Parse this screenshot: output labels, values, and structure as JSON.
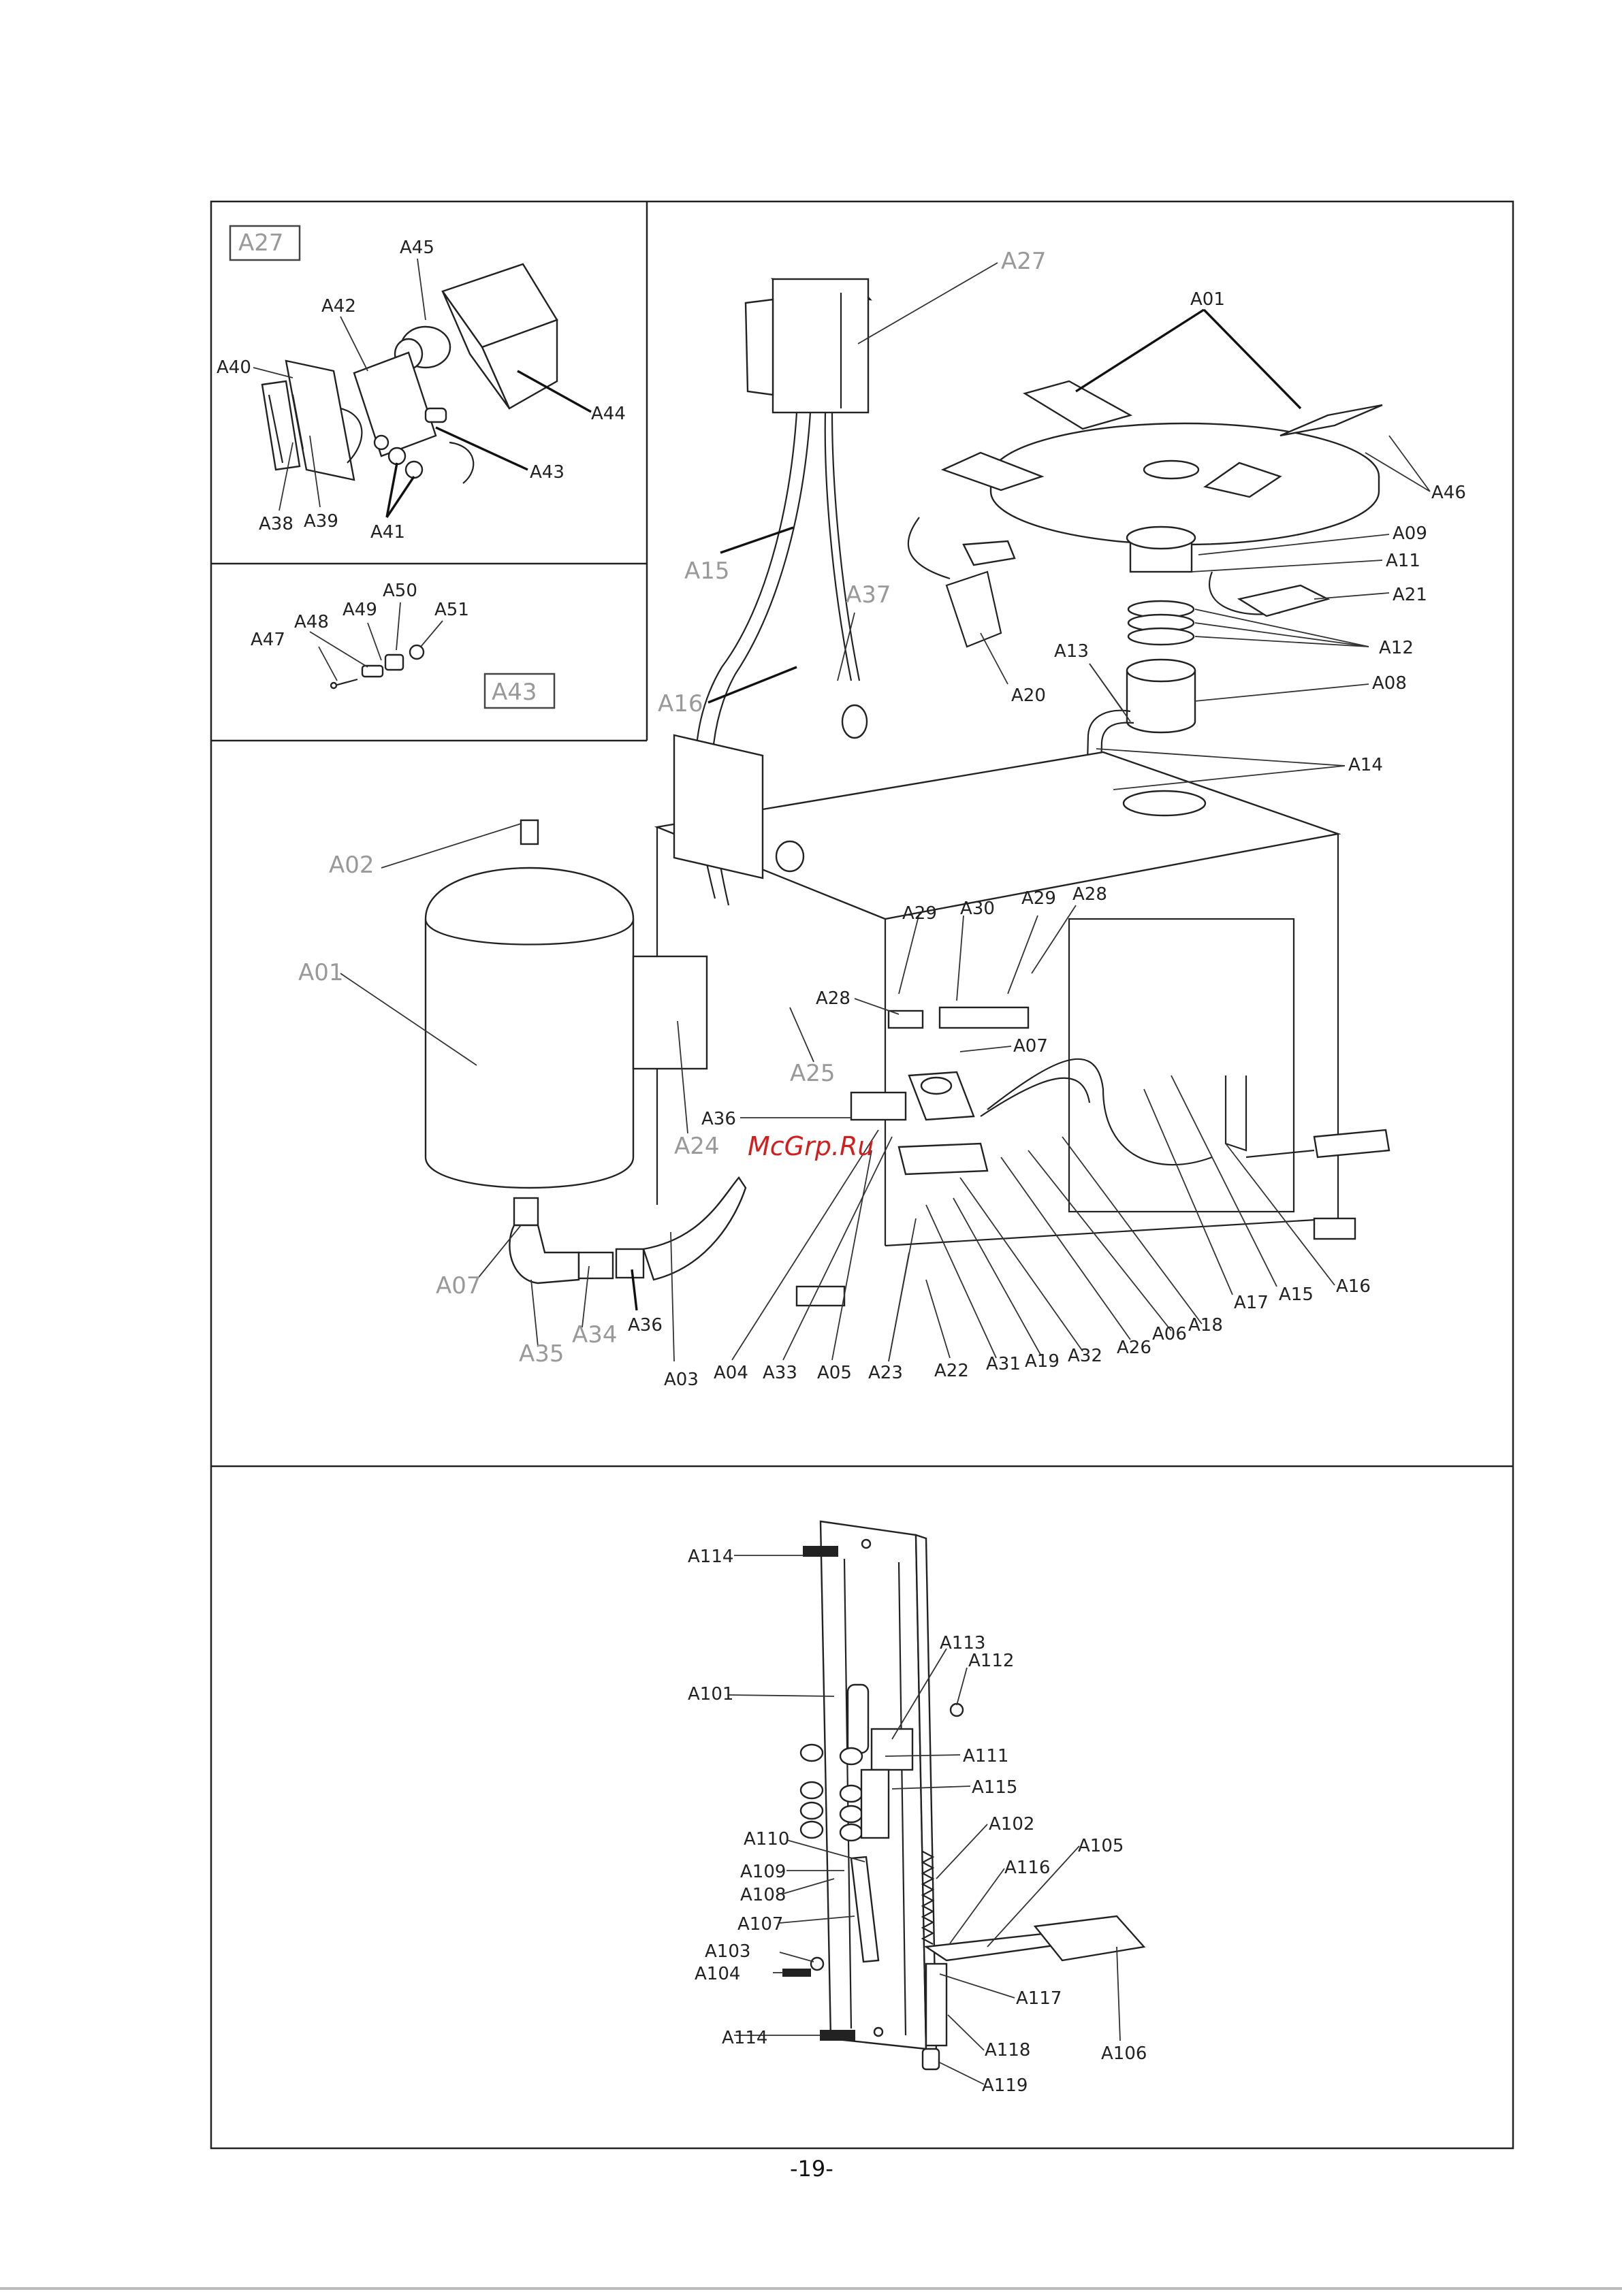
{
  "page_number": "-19-",
  "watermark": "McGrp.Ru",
  "colors": {
    "ink": "#222222",
    "faded_label": "#999999",
    "watermark": "#d11f1f"
  },
  "upper_inset": {
    "box_tag": "A27",
    "labels": [
      "A45",
      "A42",
      "A40",
      "A44",
      "A43",
      "A38",
      "A39",
      "A41"
    ]
  },
  "middle_inset": {
    "box_tag": "A43",
    "labels": [
      "A50",
      "A49",
      "A48",
      "A47",
      "A51"
    ]
  },
  "main_assembly": {
    "faded_labels": [
      "A27",
      "A15",
      "A37",
      "A16",
      "A02",
      "A01",
      "A25",
      "A24",
      "A07",
      "A34",
      "A35"
    ],
    "labels": [
      "A01",
      "A46",
      "A09",
      "A11",
      "A21",
      "A12",
      "A13",
      "A08",
      "A14",
      "A20",
      "A29",
      "A30",
      "A28",
      "A07",
      "A36",
      "A17",
      "A15",
      "A16",
      "A03",
      "A04",
      "A33",
      "A05",
      "A23",
      "A22",
      "A31",
      "A19",
      "A32",
      "A26",
      "A06",
      "A18"
    ]
  },
  "lower_assembly": {
    "labels": [
      "A114",
      "A113",
      "A112",
      "A101",
      "A111",
      "A115",
      "A102",
      "A110",
      "A109",
      "A108",
      "A116",
      "A105",
      "A107",
      "A103",
      "A104",
      "A117",
      "A114",
      "A118",
      "A106",
      "A119"
    ]
  }
}
